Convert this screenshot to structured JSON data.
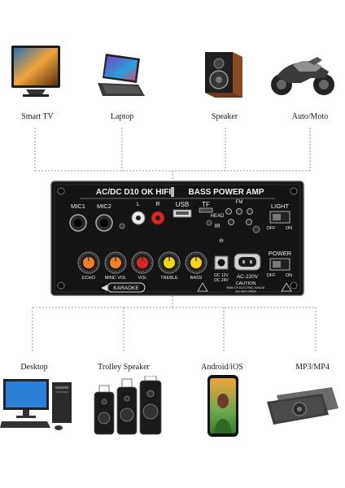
{
  "top_devices": [
    {
      "label": "Smart TV",
      "icon": "tv-icon"
    },
    {
      "label": "Laptop",
      "icon": "laptop-icon"
    },
    {
      "label": "Speaker",
      "icon": "speaker-icon"
    },
    {
      "label": "Auto/Moto",
      "icon": "motorcycle-icon"
    }
  ],
  "bottom_devices": [
    {
      "label": "Desktop",
      "icon": "desktop-icon"
    },
    {
      "label": "Trolley Speaker",
      "icon": "trolley-speaker-icon"
    },
    {
      "label": "Android/iOS",
      "icon": "smartphone-icon"
    },
    {
      "label": "MP3/MP4",
      "icon": "mp3-player-icon"
    }
  ],
  "panel": {
    "title_left": "AC/DC D10 OK HIFI",
    "title_right": "BASS POWER AMP",
    "mic1": "MIC1",
    "mic2": "MIC2",
    "l": "L",
    "r": "R",
    "usb": "USB",
    "tf": "TF",
    "ir": "IR",
    "head": "HEAD",
    "fm": "FM",
    "light": "LIGHT",
    "off": "OFF",
    "on": "ON",
    "power": "POWER",
    "knobs": [
      {
        "label": "ECHO",
        "color": "#f07f2a"
      },
      {
        "label": "MINC VOL",
        "color": "#f07f2a"
      },
      {
        "label": "VOL",
        "color": "#d9262a"
      },
      {
        "label": "TREBLE",
        "color": "#f4d51e"
      },
      {
        "label": "BASS",
        "color": "#f4d51e"
      }
    ],
    "badge": "KARAOKE",
    "dc": "DC 12V",
    "dc2": "DC 24V",
    "ac": "AC-220V",
    "caution": "CAUTION",
    "caution_sub1": "RISK OF ELECTRIC SHOCK",
    "caution_sub2": "DO NOT OPEN"
  }
}
